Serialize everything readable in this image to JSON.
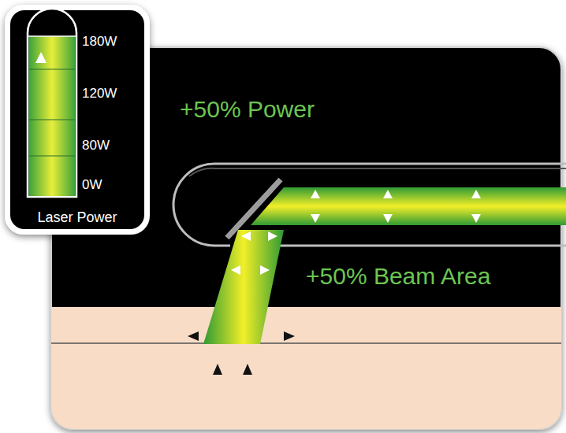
{
  "diagram": {
    "nodes": [
      {
        "text": [
          "Laser Power"
        ]
      },
      {
        "text": [
          "+50% Power",
          "+50% Beam Area"
        ]
      }
    ],
    "labels": [
      "180W",
      "120W",
      "80W",
      "0W"
    ]
  }
}
